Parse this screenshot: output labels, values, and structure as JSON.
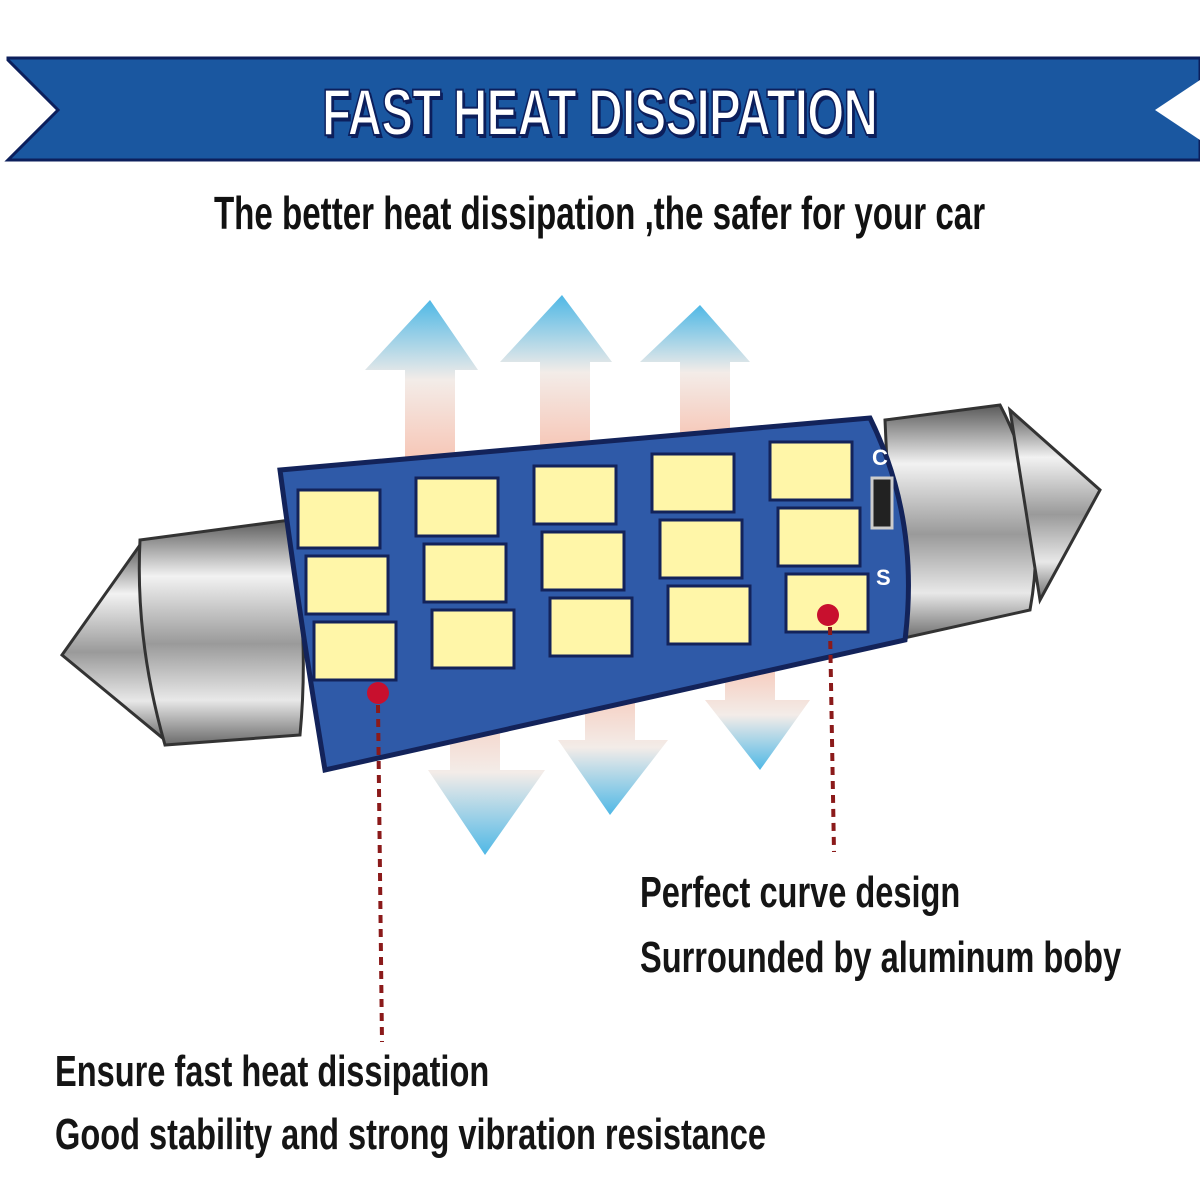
{
  "banner": {
    "title": "FAST HEAT DISSIPATION",
    "color": "#1a57a0",
    "outline": "#0c1f5c"
  },
  "subtitle": "The better heat dissipation ,the safer for your car",
  "product": {
    "led_rows": 3,
    "led_columns": 5,
    "pcb_color": "#2f5aa8",
    "led_color": "#fff6a8",
    "marker_color": "#c8102e",
    "pcb_markings": [
      "C",
      "S"
    ]
  },
  "callouts": {
    "right": {
      "line1": "Perfect curve design",
      "line2": "Surrounded by aluminum boby"
    },
    "left": {
      "line1": "Ensure fast heat dissipation",
      "line2": "Good stability and strong vibration resistance"
    }
  }
}
